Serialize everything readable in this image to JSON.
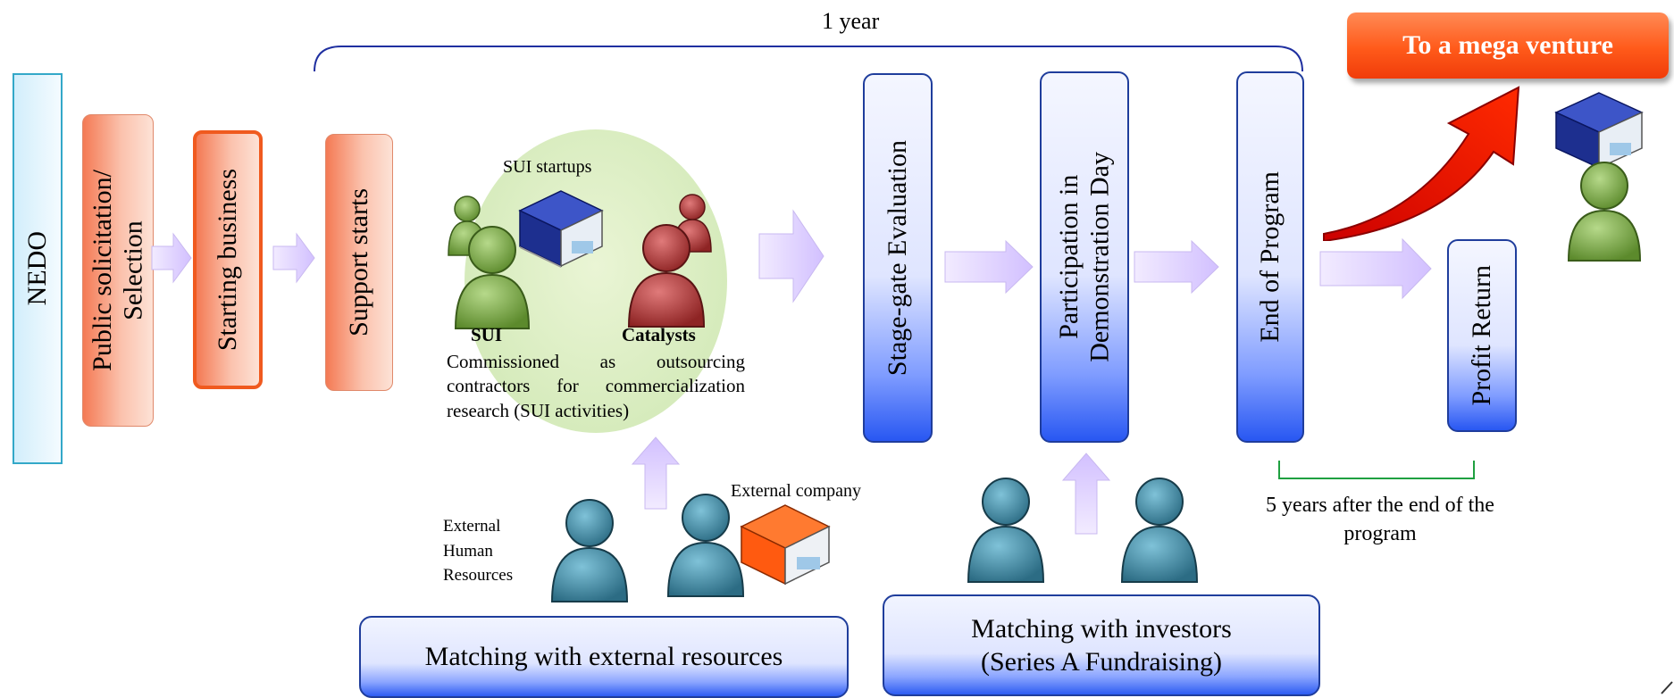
{
  "timeline": {
    "label": "1 year",
    "after_end_label": "5 years after the end of the program"
  },
  "boxes": {
    "nedo": "NEDO",
    "solicitation": "Public solicitation/\nSelection",
    "starting": "Starting business",
    "support": "Support starts",
    "stagegate": "Stage-gate Evaluation",
    "demoday": "Participation in\nDemonstration Day",
    "end": "End of Program",
    "profit": "Profit Return",
    "mega": "To a mega venture"
  },
  "oval": {
    "startups_label": "SUI startups",
    "sui_label": "SUI",
    "catalysts_label": "Catalysts",
    "description": "Commissioned as outsourcing contractors for commercialization research (SUI activities)"
  },
  "external": {
    "human_resources": "External\nHuman\nResources",
    "company": "External company"
  },
  "bottom": {
    "external_resources": "Matching with external resources",
    "investors_line1": "Matching with investors",
    "investors_line2": "(Series A Fundraising)"
  },
  "colors": {
    "person_green": "#7fae4a",
    "person_red": "#b23a3a",
    "person_teal": "#3f8ea8",
    "building_blue": "#1d2f8f",
    "building_orange": "#ff5a10",
    "arrow_lavender": "#dccbff",
    "arrow_red": "#ff1a00",
    "accent_blue": "#2857f2"
  },
  "icons": [
    "person-icon",
    "building-icon",
    "arrow-icon"
  ]
}
